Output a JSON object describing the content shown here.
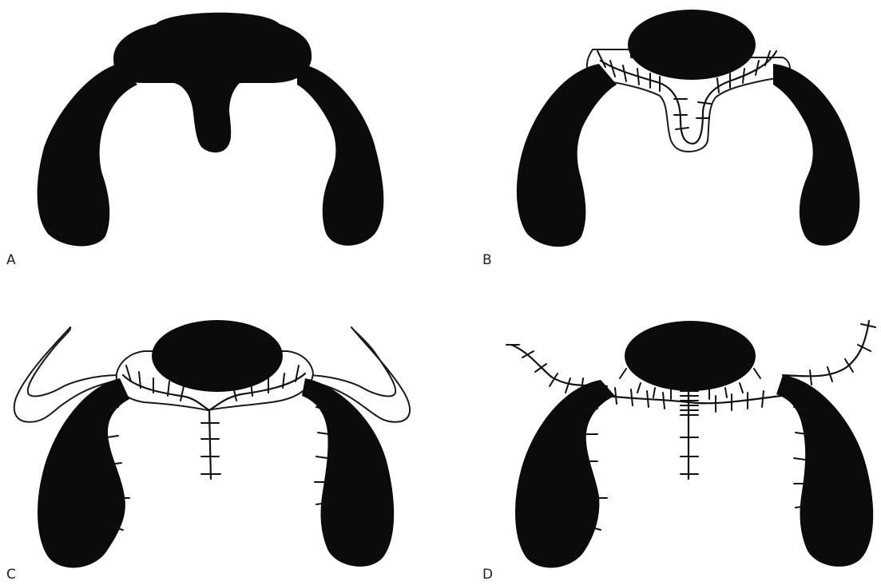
{
  "figure": {
    "panels": [
      {
        "id": "A",
        "label": "A"
      },
      {
        "id": "B",
        "label": "B"
      },
      {
        "id": "C",
        "label": "C"
      },
      {
        "id": "D",
        "label": "D"
      }
    ]
  },
  "colors": {
    "background": "#ffffff",
    "tissue": "#0b0b0b",
    "line": "#111111"
  }
}
